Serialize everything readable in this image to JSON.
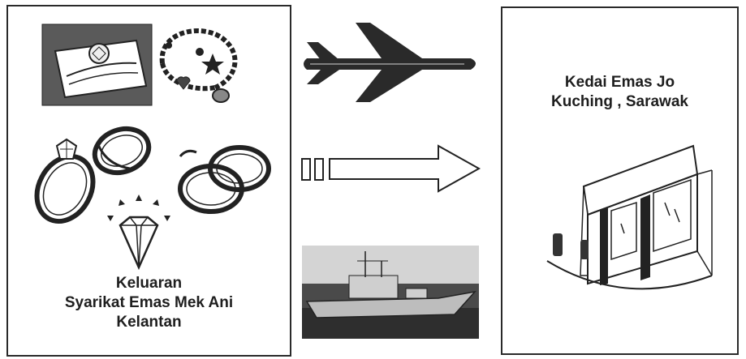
{
  "origin": {
    "lines": [
      "Keluaran",
      "Syarikat Emas Mek Ani",
      "Kelantan"
    ]
  },
  "destination": {
    "lines": [
      "Kedai Emas Jo",
      "Kuching , Sarawak"
    ]
  },
  "transport_modes": [
    "plane-icon",
    "truck-arrow-icon",
    "ship-icon"
  ],
  "icons": [
    "jewelry-box-icon",
    "charm-bracelet-icon",
    "diamond-ring-icon",
    "gold-ring-icon",
    "wedding-rings-icon",
    "diamond-icon",
    "storefront-icon"
  ]
}
